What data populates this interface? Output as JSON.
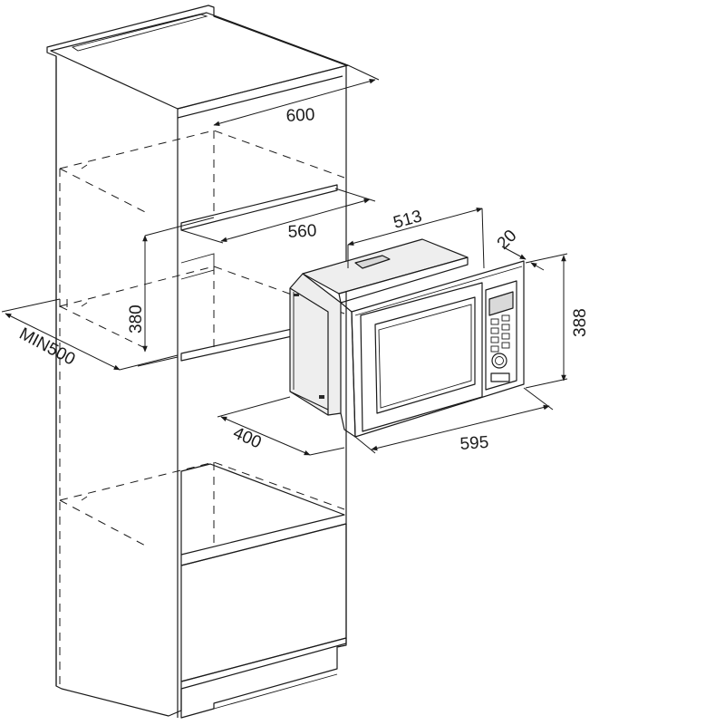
{
  "dimensions": {
    "cabinet_width": "600",
    "niche_width": "560",
    "niche_height": "380",
    "cabinet_depth_min": "MIN500",
    "niche_depth": "400",
    "appliance_depth": "513",
    "frame_depth": "20",
    "appliance_height": "388",
    "appliance_width": "595"
  },
  "colors": {
    "line": "#1a1a1a",
    "shade": "#eeeeee",
    "shade_dark": "#d9d9d9"
  },
  "icons": {
    "arrowhead": "arrow-head-icon",
    "dial": "control-dial-icon"
  }
}
